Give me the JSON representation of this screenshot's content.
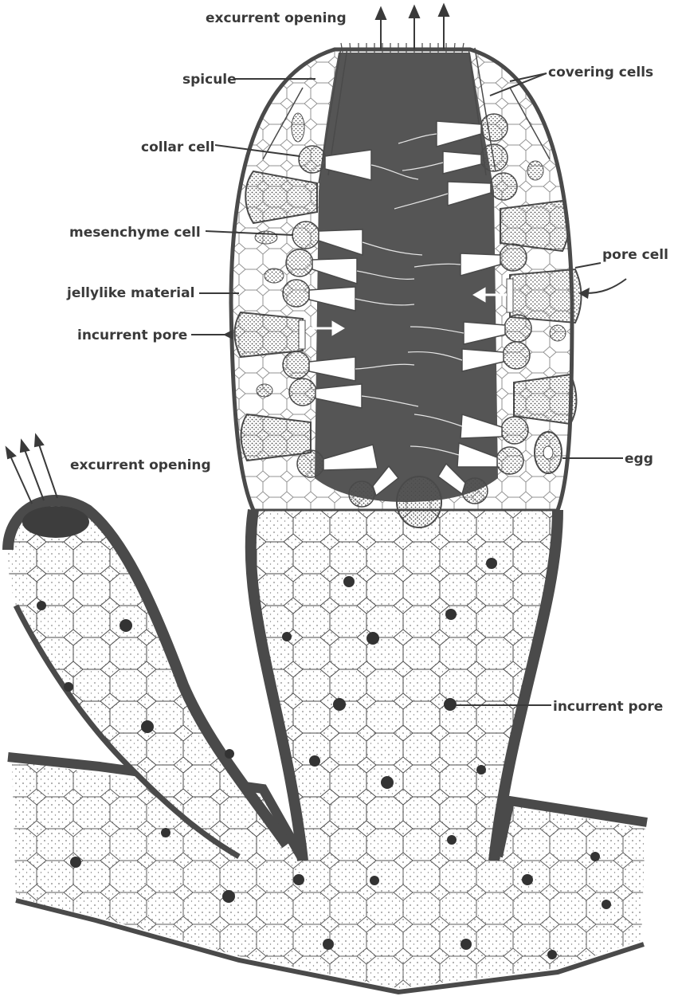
{
  "diagram": {
    "labels": {
      "excurrent_opening_top": "excurrent opening",
      "spicule": "spicule",
      "covering_cells": "covering cells",
      "collar_cell": "collar cell",
      "mesenchyme_cell": "mesenchyme cell",
      "pore_cell": "pore cell",
      "jellylike_material": "jellylike material",
      "incurrent_pore_left": "incurrent pore",
      "excurrent_opening_left": "excurrent opening",
      "egg": "egg",
      "incurrent_pore_right": "incurrent pore"
    },
    "colors": {
      "ink": "#4a4a4a",
      "cavity": "#555555",
      "paper": "#ffffff",
      "stipple": "#5a5a5a"
    }
  }
}
